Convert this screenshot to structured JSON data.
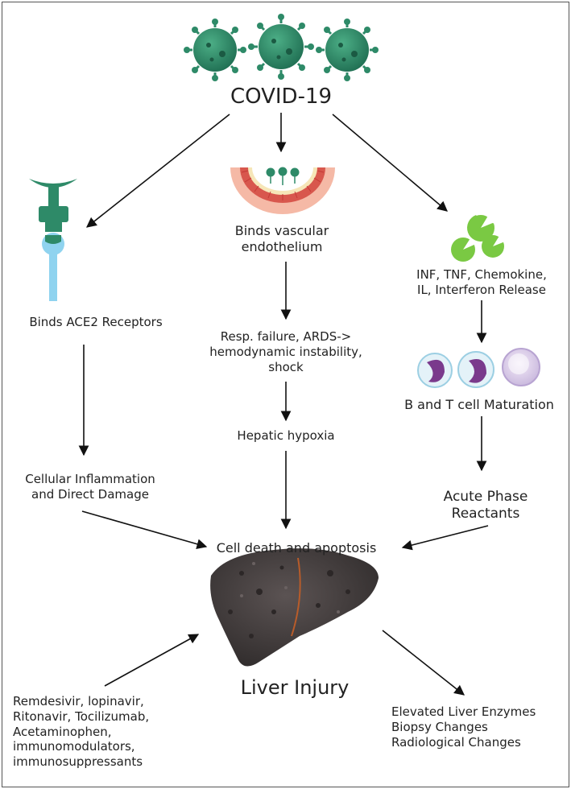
{
  "title": "COVID-19",
  "nodes": {
    "ace2": "Binds ACE2 Receptors",
    "vascular_1": "Binds vascular",
    "vascular_2": "endothelium",
    "cytokine_1": "INF, TNF, Chemokine,",
    "cytokine_2": "IL, Interferon Release",
    "resp_1": "Resp. failure, ARDS->",
    "resp_2": "hemodynamic instability,",
    "resp_3": "shock",
    "bt_cell": "B and T cell Maturation",
    "hypoxia": "Hepatic hypoxia",
    "inflam_1": "Cellular Inflammation",
    "inflam_2": "and Direct Damage",
    "acute_1": "Acute Phase",
    "acute_2": "Reactants",
    "death": "Cell death and apoptosis",
    "injury": "Liver Injury"
  },
  "drugs": [
    "Remdesivir, lopinavir,",
    "Ritonavir, Tocilizumab,",
    "Acetaminophen,",
    "immunomodulators,",
    "immunosuppressants"
  ],
  "outcomes": [
    "Elevated Liver Enzymes",
    "Biopsy Changes",
    "Radiological Changes"
  ],
  "icons": {
    "virus": "virus-icon",
    "receptor": "ace2-receptor-icon",
    "vessel": "blood-vessel-icon",
    "cytokine": "cytokine-icon",
    "cells": "lymphocyte-icon",
    "liver": "liver-icon"
  },
  "colors": {
    "virus": "#2e8a68",
    "receptor_green": "#2e8a68",
    "receptor_blue": "#8fd3ef",
    "cytokine": "#7ac943",
    "cell": "#7a3a8c",
    "liver": "#4a4444"
  }
}
